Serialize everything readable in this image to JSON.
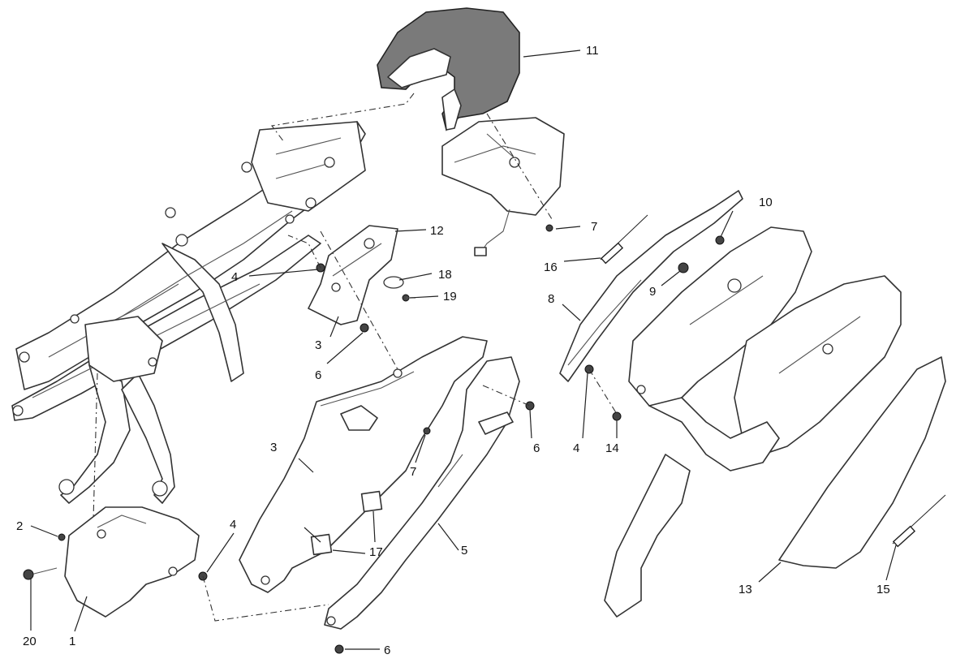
{
  "callouts": {
    "c1": "1",
    "c2": "2",
    "c3a": "3",
    "c3b": "3",
    "c4a": "4",
    "c4b": "4",
    "c4c": "4",
    "c5": "5",
    "c6a": "6",
    "c6b": "6",
    "c6c": "6",
    "c7a": "7",
    "c7b": "7",
    "c8": "8",
    "c9": "9",
    "c10": "10",
    "c11": "11",
    "c12": "12",
    "c13": "13",
    "c14": "14",
    "c15": "15",
    "c16": "16",
    "c17": "17",
    "c18": "18",
    "c19": "19",
    "c20": "20"
  }
}
